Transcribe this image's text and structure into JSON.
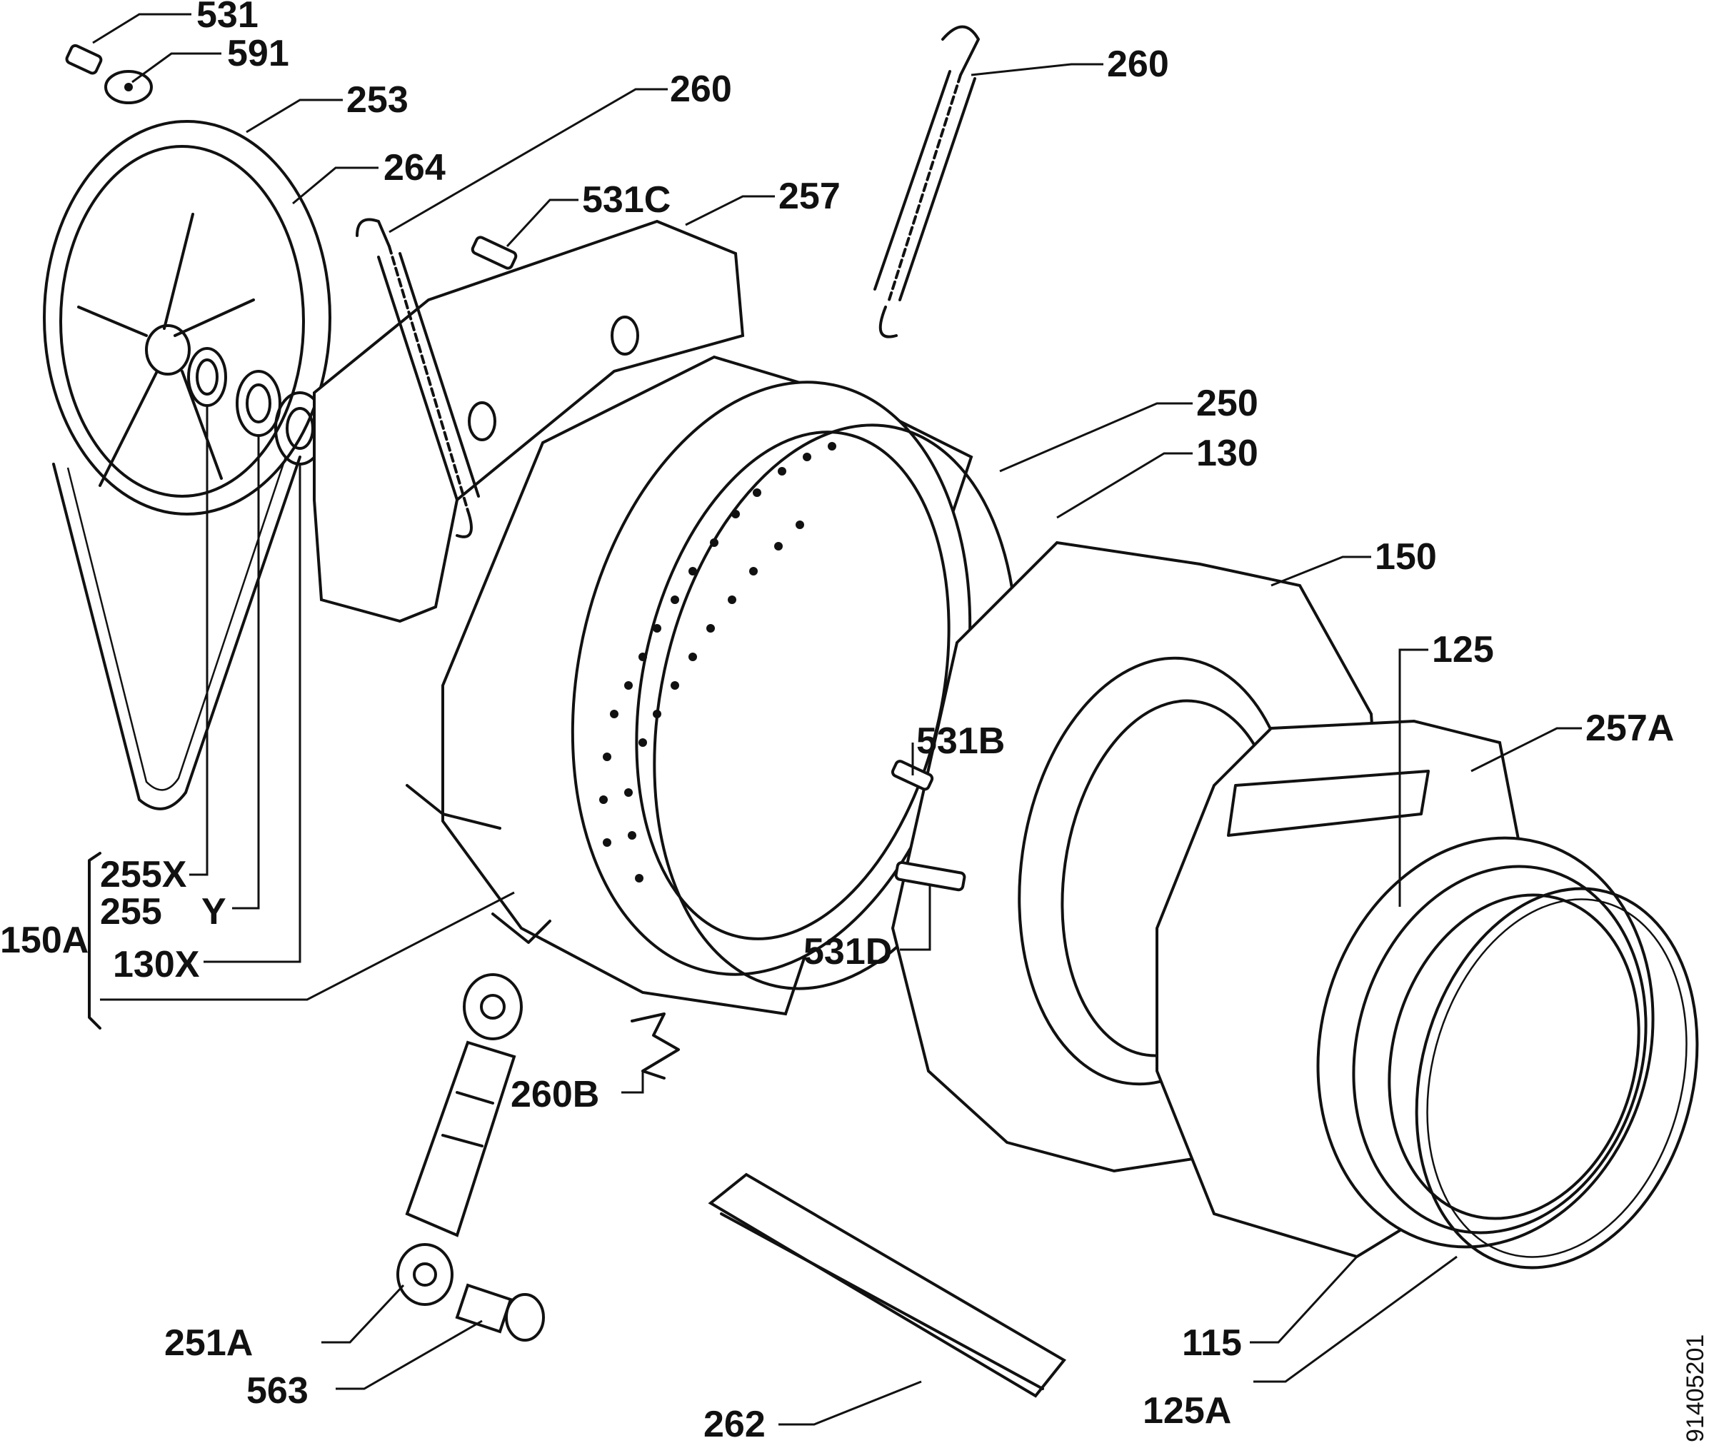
{
  "diagram_ref": "91405201",
  "callouts": {
    "c531": "531",
    "c591": "591",
    "c253": "253",
    "c264": "264",
    "c260_left": "260",
    "c531c": "531C",
    "c257": "257",
    "c260_right": "260",
    "c250": "250",
    "c130": "130",
    "c150": "150",
    "c125": "125",
    "c257a": "257A",
    "c531b": "531B",
    "c531d": "531D",
    "c255x": "255X",
    "c255": "255",
    "c255y": "Y",
    "c150a": "150A",
    "c130x": "130X",
    "c260b": "260B",
    "c251a": "251A",
    "c563": "563",
    "c262": "262",
    "c115": "115",
    "c125a": "125A"
  }
}
